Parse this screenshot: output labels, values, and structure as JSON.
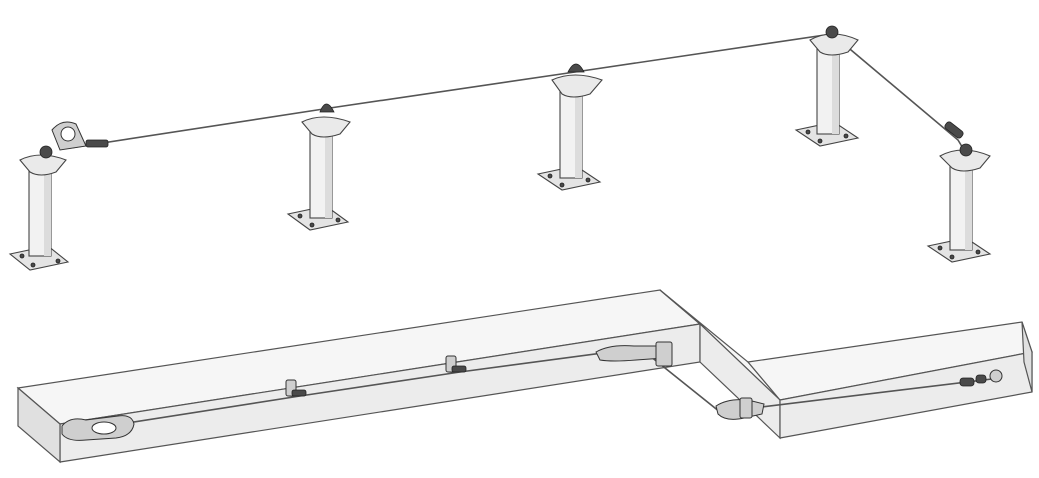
{
  "illustration": {
    "upper_system": {
      "posts": [
        "post-1",
        "post-2",
        "post-3",
        "post-4",
        "post-5"
      ],
      "components": [
        "energy-absorber",
        "tensioner"
      ]
    },
    "lower_system": {
      "components": [
        "energy-absorber",
        "intermediate-bracket",
        "intermediate-bracket",
        "corner-bracket",
        "corner-bracket",
        "tensioner"
      ]
    }
  }
}
